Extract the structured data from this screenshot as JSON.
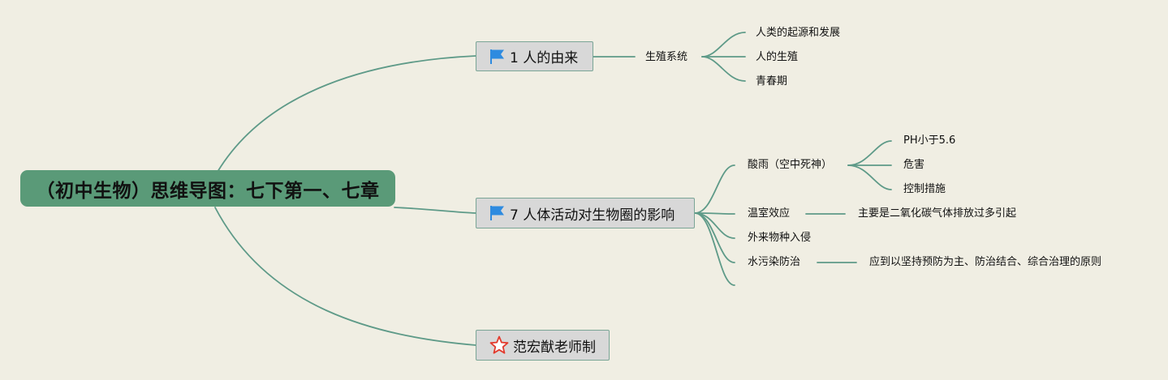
{
  "root": {
    "title": "（初中生物）思维导图：七下第一、七章"
  },
  "branches": [
    {
      "label": "1 人的由来",
      "icon": "flag-icon",
      "children": [
        {
          "label": "生殖系统",
          "children": [
            "人类的起源和发展",
            "人的生殖",
            "青春期"
          ]
        }
      ]
    },
    {
      "label": "7 人体活动对生物圈的影响",
      "icon": "flag-icon",
      "children": [
        {
          "label": "酸雨（空中死神）",
          "children": [
            "PH小于5.6",
            "危害",
            "控制措施"
          ]
        },
        {
          "label": "温室效应",
          "children": [
            "主要是二氧化碳气体排放过多引起"
          ]
        },
        {
          "label": "外来物种入侵"
        },
        {
          "label": "水污染防治",
          "children": [
            "应到以坚持预防为主、防治结合、综合治理的原则"
          ]
        },
        {
          "label": ""
        }
      ]
    },
    {
      "label": "范宏猷老师制",
      "icon": "star-icon"
    }
  ],
  "colors": {
    "background": "#f0eee3",
    "root_fill": "#5a9a78",
    "connector": "#5e9a88",
    "flag": "#2e8be0",
    "star": "#e23b2e"
  }
}
